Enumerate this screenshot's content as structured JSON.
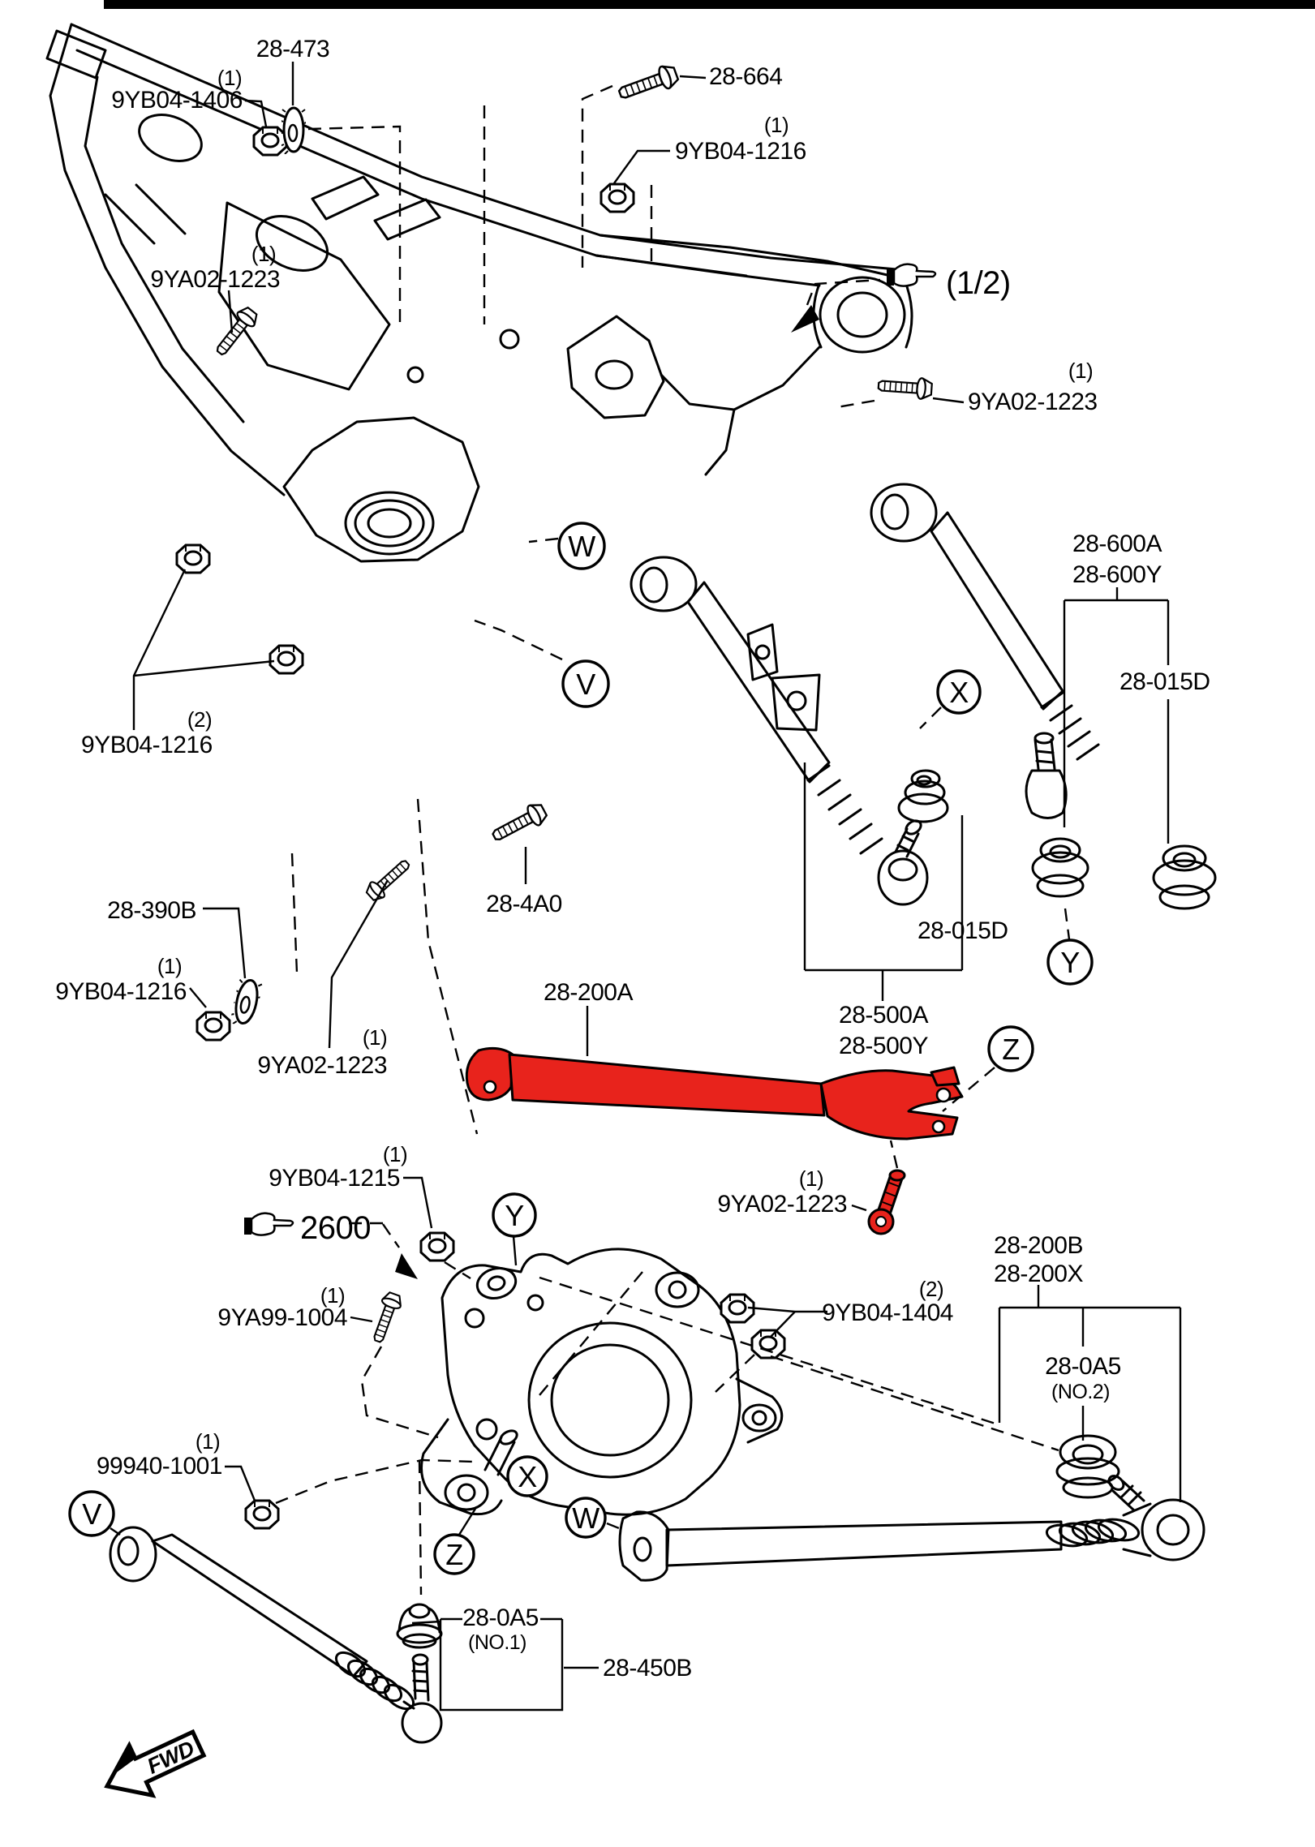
{
  "diagram": {
    "kind": "suspension exploded parts diagram",
    "highlighted_part": "28-200A",
    "colors": {
      "background": "#ffffff",
      "line": "#000000",
      "highlight_red": "#e8231c"
    }
  },
  "labels": {
    "qty1": "(1)",
    "qty2": "(2)",
    "half": "(1/2)",
    "p28473": "28-473",
    "p9yb041406": "9YB04-1406",
    "p28664": "28-664",
    "p9yb041216": "9YB04-1216",
    "p9ya021223": "9YA02-1223",
    "p28600a": "28-600A",
    "p28600y": "28-600Y",
    "p28015d": "28-015D",
    "p28390b": "28-390B",
    "p284a0": "28-4A0",
    "p28200a": "28-200A",
    "p28500a": "28-500A",
    "p28500y": "28-500Y",
    "p9yb041215": "9YB04-1215",
    "ref2600": "2600",
    "p9ya991004": "9YA99-1004",
    "p9yb041404": "9YB04-1404",
    "p28200b": "28-200B",
    "p28200x": "28-200X",
    "p280a5": "28-0A5",
    "no1": "(NO.1)",
    "no2": "(NO.2)",
    "p999401001": "99940-1001",
    "p28450b": "28-450B",
    "fwd": "FWD"
  },
  "callouts": {
    "v": "V",
    "w": "W",
    "x": "X",
    "y": "Y",
    "z": "Z"
  }
}
